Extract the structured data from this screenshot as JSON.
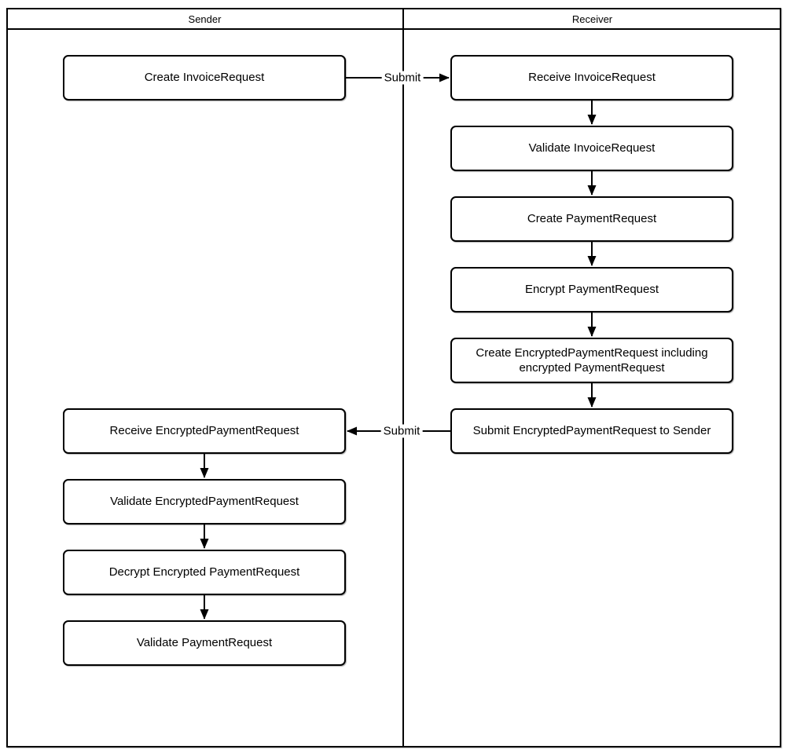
{
  "diagram": {
    "type": "flowchart-swimlane",
    "colors": {
      "line": "#000000",
      "background": "#ffffff",
      "node_fill": "#ffffff"
    },
    "lanes": [
      {
        "label": "Sender"
      },
      {
        "label": "Receiver"
      }
    ],
    "nodes": {
      "create_invoice": {
        "lane": "Sender",
        "label": "Create InvoiceRequest"
      },
      "receive_invoice": {
        "lane": "Receiver",
        "label": "Receive InvoiceRequest"
      },
      "validate_invoice": {
        "lane": "Receiver",
        "label": "Validate InvoiceRequest"
      },
      "create_payment": {
        "lane": "Receiver",
        "label": "Create PaymentRequest"
      },
      "encrypt_payment": {
        "lane": "Receiver",
        "label": "Encrypt PaymentRequest"
      },
      "create_encrypted": {
        "lane": "Receiver",
        "label": "Create EncryptedPaymentRequest including encrypted PaymentRequest"
      },
      "submit_encrypted": {
        "lane": "Receiver",
        "label": "Submit EncryptedPaymentRequest to Sender"
      },
      "receive_encrypted": {
        "lane": "Sender",
        "label": "Receive EncryptedPaymentRequest"
      },
      "validate_encrypted": {
        "lane": "Sender",
        "label": "Validate EncryptedPaymentRequest"
      },
      "decrypt_encrypted": {
        "lane": "Sender",
        "label": "Decrypt Encrypted PaymentRequest"
      },
      "validate_payment": {
        "lane": "Sender",
        "label": "Validate PaymentRequest"
      }
    },
    "edges": [
      {
        "from": "create_invoice",
        "to": "receive_invoice",
        "label": "Submit"
      },
      {
        "from": "submit_encrypted",
        "to": "receive_encrypted",
        "label": "Submit"
      }
    ]
  }
}
